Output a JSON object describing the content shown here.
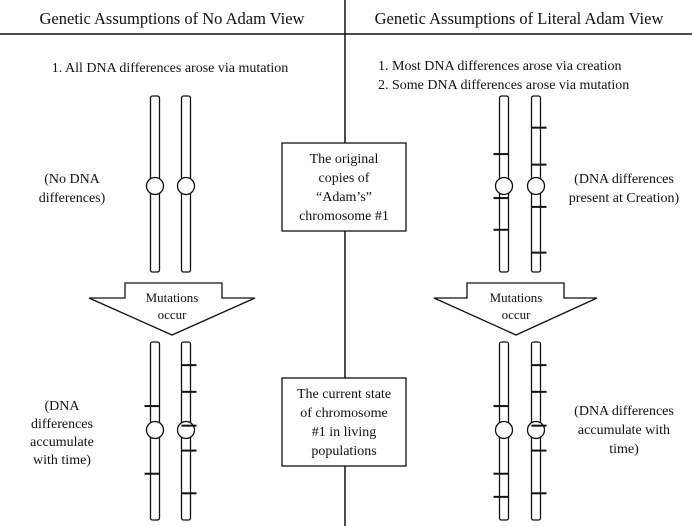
{
  "left": {
    "heading": "Genetic Assumptions of No Adam View",
    "assumption": "1. All DNA differences arose via mutation",
    "top_note": [
      "(No DNA",
      "differences)"
    ],
    "arrow_label": [
      "Mutations",
      "occur"
    ],
    "bottom_note": [
      "(DNA",
      "differences",
      "accumulate",
      "with time)"
    ]
  },
  "right": {
    "heading": "Genetic Assumptions of Literal Adam View",
    "assumption_1": "1. Most DNA differences arose via creation",
    "assumption_2": "2. Some DNA differences arose via mutation",
    "top_note": [
      "(DNA differences",
      "present at Creation)"
    ],
    "arrow_label": [
      "Mutations",
      "occur"
    ],
    "bottom_note": [
      "(DNA differences",
      "accumulate with",
      "time)"
    ]
  },
  "center": {
    "top_box": [
      "The original",
      "copies of",
      "“Adam’s”",
      "chromosome #1"
    ],
    "bottom_box": [
      "The current state",
      "of chromosome",
      "#1 in living",
      "populations"
    ]
  },
  "chromosomes": {
    "left_top": {
      "marks_a": [],
      "marks_b": []
    },
    "left_bottom": {
      "marks_a": [
        0.36,
        0.74
      ],
      "marks_b": [
        0.13,
        0.28,
        0.47,
        0.61,
        0.85
      ]
    },
    "right_top": {
      "marks_a": [
        0.33,
        0.58,
        0.76
      ],
      "marks_b": [
        0.18,
        0.39,
        0.63,
        0.89
      ]
    },
    "right_bottom": {
      "marks_a": [
        0.36,
        0.74,
        0.87
      ],
      "marks_b": [
        0.13,
        0.28,
        0.47,
        0.61,
        0.85
      ]
    }
  }
}
